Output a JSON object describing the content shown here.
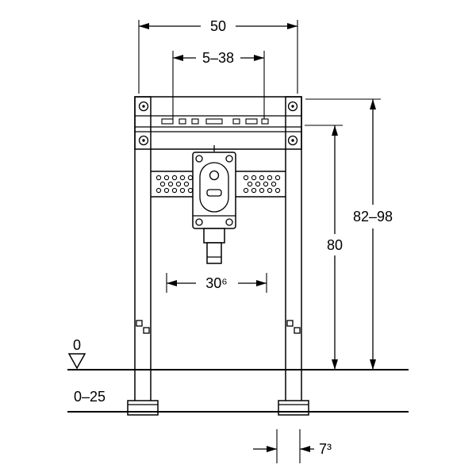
{
  "colors": {
    "line": "#000000",
    "background": "#ffffff"
  },
  "dimensions": {
    "overall_width": "50",
    "fixing_range": "5–38",
    "height_range": "82–98",
    "fixing_height": "80",
    "leg_spacing": "30⁶",
    "floor_zero": "0",
    "floor_finish_range": "0–25",
    "foot_depth": "7³"
  }
}
